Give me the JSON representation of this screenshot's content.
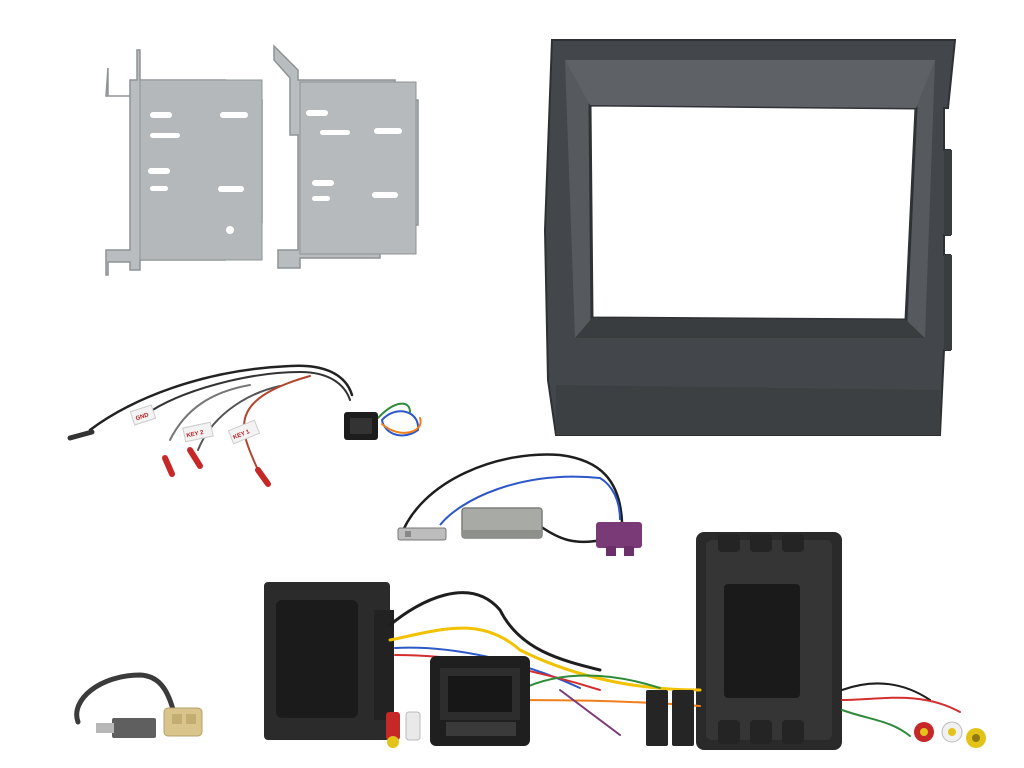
{
  "scene": {
    "background": "#ffffff",
    "colors": {
      "bracket_metal": "#b9bdbf",
      "bracket_shadow": "#8e9396",
      "fascia_dark": "#3e4144",
      "fascia_mid": "#4b4f53",
      "fascia_light": "#5a5f64",
      "interface_box": "#2b2b2b",
      "fakra_violet": "#7a3a78",
      "fakra_cream": "#d9c48b",
      "rca_red": "#c62828",
      "rca_yellow": "#e4c318",
      "wire_red": "#d32f2f",
      "wire_yellow": "#f2c200",
      "wire_blue": "#2b57c8",
      "wire_green": "#2e8b3a",
      "wire_orange": "#f07f1e",
      "antenna_box": "#a8aaa6"
    },
    "stalk_tags": {
      "tag_1": "KEY 1",
      "tag_2": "KEY 2",
      "tag_3": "GND"
    }
  }
}
